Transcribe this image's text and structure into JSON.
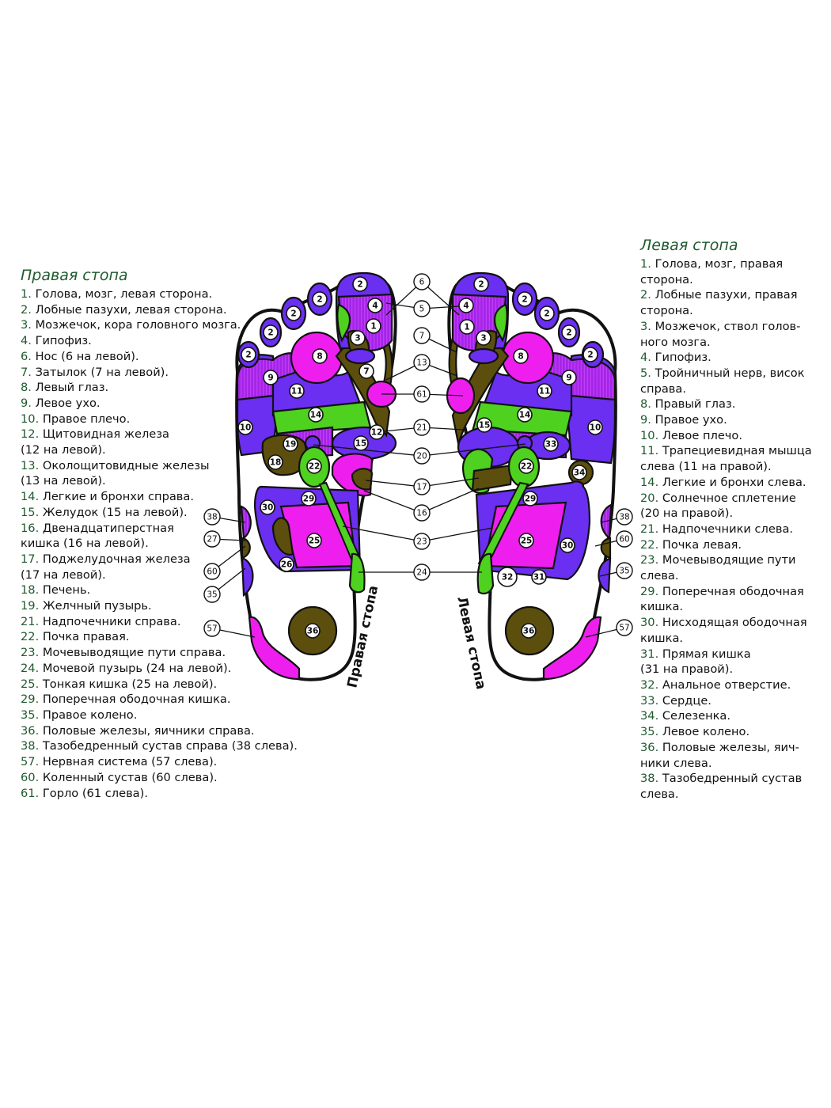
{
  "colors": {
    "violet": "#6a2ff0",
    "magenta": "#ee1fee",
    "green": "#4fd11f",
    "olive": "#5c4f0e",
    "striped_violet": "#a424e8",
    "title_green": "#1f5a2e"
  },
  "right_foot": {
    "title": "Правая стопа",
    "diagram_label": "Правая стопа",
    "items": [
      {
        "num": "1.",
        "text": "Голова, мозг, левая сторона."
      },
      {
        "num": "2.",
        "text": "Лобные пазухи, левая сторона."
      },
      {
        "num": "3.",
        "text": "Мозжечок, кора головного мозга."
      },
      {
        "num": "4.",
        "text": "Гипофиз."
      },
      {
        "num": "6.",
        "text": "Нос (6 на левой)."
      },
      {
        "num": "7.",
        "text": "Затылок (7 на левой)."
      },
      {
        "num": "8.",
        "text": "Левый глаз."
      },
      {
        "num": "9.",
        "text": "Левое ухо."
      },
      {
        "num": "10.",
        "text": "Правое плечо."
      },
      {
        "num": "12.",
        "text": "Щитовидная железа\n(12 на левой)."
      },
      {
        "num": "13.",
        "text": "Околощитовидные железы\n(13 на левой)."
      },
      {
        "num": "14.",
        "text": "Легкие и бронхи справа."
      },
      {
        "num": "15.",
        "text": "Желудок (15 на левой)."
      },
      {
        "num": "16.",
        "text": "Двенадцатиперстная\nкишка (16 на левой)."
      },
      {
        "num": "17.",
        "text": "Поджелудочная железа\n(17 на левой)."
      },
      {
        "num": "18.",
        "text": "Печень."
      },
      {
        "num": "19.",
        "text": "Желчный пузырь."
      },
      {
        "num": "21.",
        "text": "Надпочечники справа."
      },
      {
        "num": "22.",
        "text": "Почка правая."
      },
      {
        "num": "23.",
        "text": "Мочевыводящие пути справа."
      },
      {
        "num": "24.",
        "text": "Мочевой пузырь (24 на левой)."
      },
      {
        "num": "25.",
        "text": "Тонкая кишка (25 на левой)."
      },
      {
        "num": "29.",
        "text": "Поперечная ободочная кишка."
      },
      {
        "num": "35.",
        "text": "Правое колено."
      },
      {
        "num": "36.",
        "text": "Половые железы, яичники справа."
      },
      {
        "num": "38.",
        "text": "Тазобедренный сустав справа (38 слева)."
      },
      {
        "num": "57.",
        "text": "Нервная система (57 слева)."
      },
      {
        "num": "60.",
        "text": "Коленный сустав (60 слева)."
      },
      {
        "num": "61.",
        "text": "Горло (61 слева)."
      }
    ],
    "zone_labels": [
      "1",
      "2",
      "3",
      "4",
      "7",
      "8",
      "9",
      "10",
      "11",
      "12",
      "14",
      "15",
      "18",
      "19",
      "22",
      "25",
      "26",
      "29",
      "30",
      "36"
    ],
    "side_callouts": [
      "38",
      "27",
      "60",
      "35",
      "57"
    ]
  },
  "left_foot": {
    "title": "Левая стопа",
    "diagram_label": "Левая стопа",
    "items": [
      {
        "num": "1.",
        "text": "Голова, мозг, правая\nсторона."
      },
      {
        "num": "2.",
        "text": "Лобные пазухи, правая\nсторона."
      },
      {
        "num": "3.",
        "text": "Мозжечок, ствол голов-\nного мозга."
      },
      {
        "num": "4.",
        "text": "Гипофиз."
      },
      {
        "num": "5.",
        "text": "Тройничный нерв, висок\nсправа."
      },
      {
        "num": "8.",
        "text": "Правый глаз."
      },
      {
        "num": "9.",
        "text": "Правое ухо."
      },
      {
        "num": "10.",
        "text": "Левое плечо."
      },
      {
        "num": "11.",
        "text": "Трапециевидная мышца\nслева (11 на правой)."
      },
      {
        "num": "14.",
        "text": "Легкие и бронхи слева."
      },
      {
        "num": "20.",
        "text": "Солнечное сплетение\n(20 на правой)."
      },
      {
        "num": "21.",
        "text": "Надпочечники слева."
      },
      {
        "num": "22.",
        "text": "Почка левая."
      },
      {
        "num": "23.",
        "text": "Мочевыводящие пути\nслева."
      },
      {
        "num": "29.",
        "text": "Поперечная ободочная\nкишка."
      },
      {
        "num": "30.",
        "text": "Нисходящая ободочная\nкишка."
      },
      {
        "num": "31.",
        "text": "Прямая кишка\n(31 на правой)."
      },
      {
        "num": "32.",
        "text": "Анальное отверстие."
      },
      {
        "num": "33.",
        "text": "Сердце."
      },
      {
        "num": "34.",
        "text": "Селезенка."
      },
      {
        "num": "35.",
        "text": "Левое колено."
      },
      {
        "num": "36.",
        "text": "Половые железы, яич-\nники слева."
      },
      {
        "num": "38.",
        "text": "Тазобедренный сустав\nслева."
      }
    ],
    "zone_labels": [
      "1",
      "2",
      "3",
      "4",
      "8",
      "9",
      "10",
      "11",
      "14",
      "15",
      "22",
      "25",
      "29",
      "30",
      "31",
      "32",
      "33",
      "34",
      "36"
    ],
    "side_callouts": [
      "38",
      "60",
      "35",
      "57"
    ]
  },
  "center_callouts": [
    "6",
    "5",
    "7",
    "13",
    "61",
    "21",
    "20",
    "17",
    "16",
    "23",
    "24"
  ]
}
